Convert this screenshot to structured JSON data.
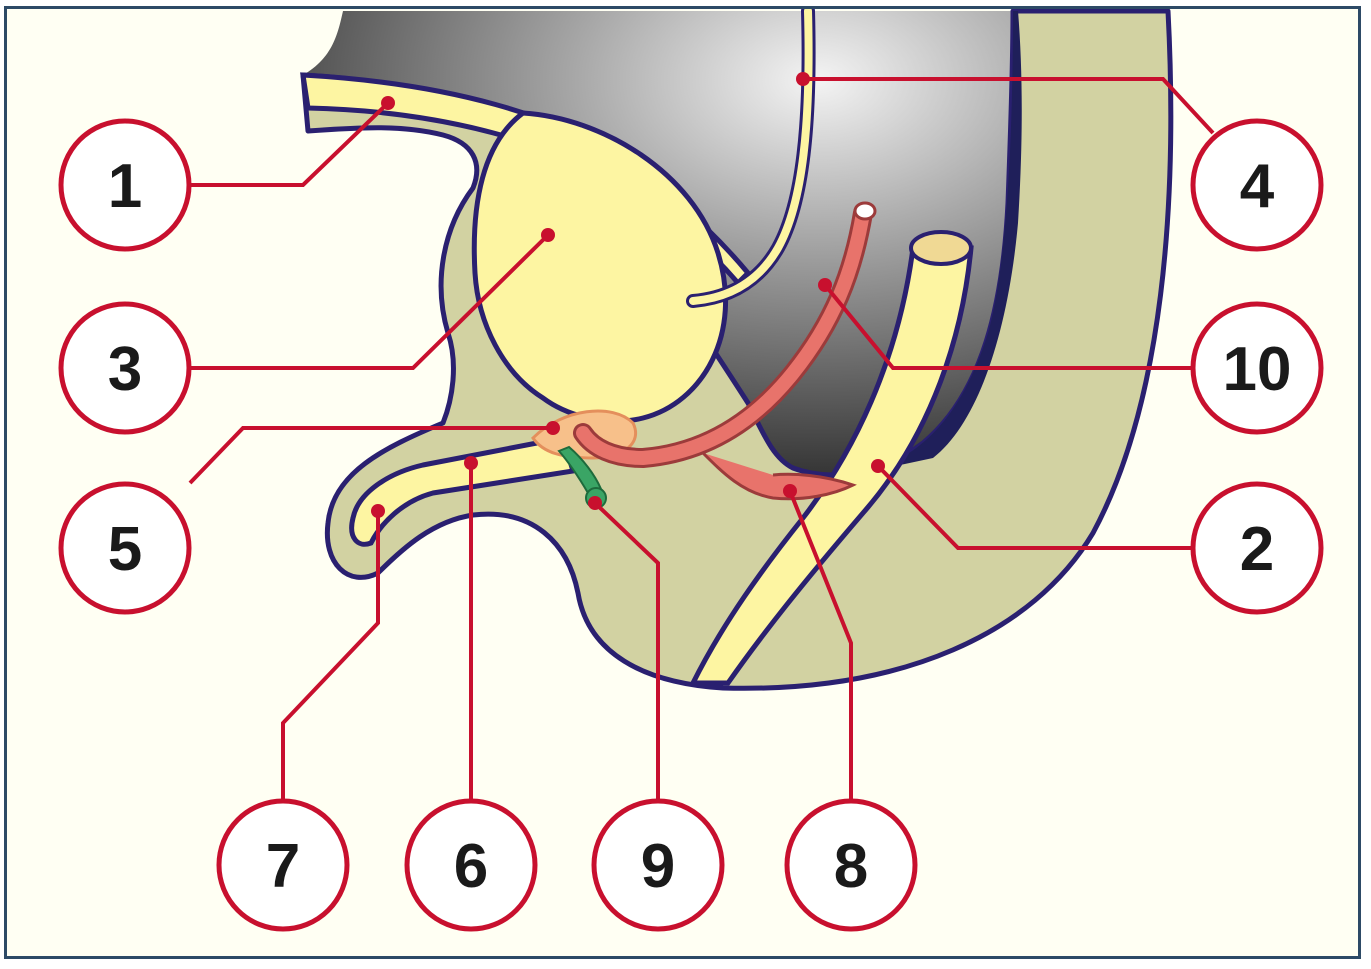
{
  "diagram": {
    "colors": {
      "background": "#fffff3",
      "frame": "#2d4a66",
      "tissue": "#d2d2a2",
      "outline": "#2a2070",
      "yellow_organ": "#fdf5a2",
      "duct": "#f2a87e",
      "vessel": "#e8736b",
      "green": "#3aa565",
      "leader": "#c8102e",
      "cavity_dark": "#2b2b2b"
    },
    "labels": [
      {
        "id": "1",
        "text": "1"
      },
      {
        "id": "2",
        "text": "2"
      },
      {
        "id": "3",
        "text": "3"
      },
      {
        "id": "4",
        "text": "4"
      },
      {
        "id": "5",
        "text": "5"
      },
      {
        "id": "6",
        "text": "6"
      },
      {
        "id": "7",
        "text": "7"
      },
      {
        "id": "8",
        "text": "8"
      },
      {
        "id": "9",
        "text": "9"
      },
      {
        "id": "10",
        "text": "10"
      }
    ]
  }
}
